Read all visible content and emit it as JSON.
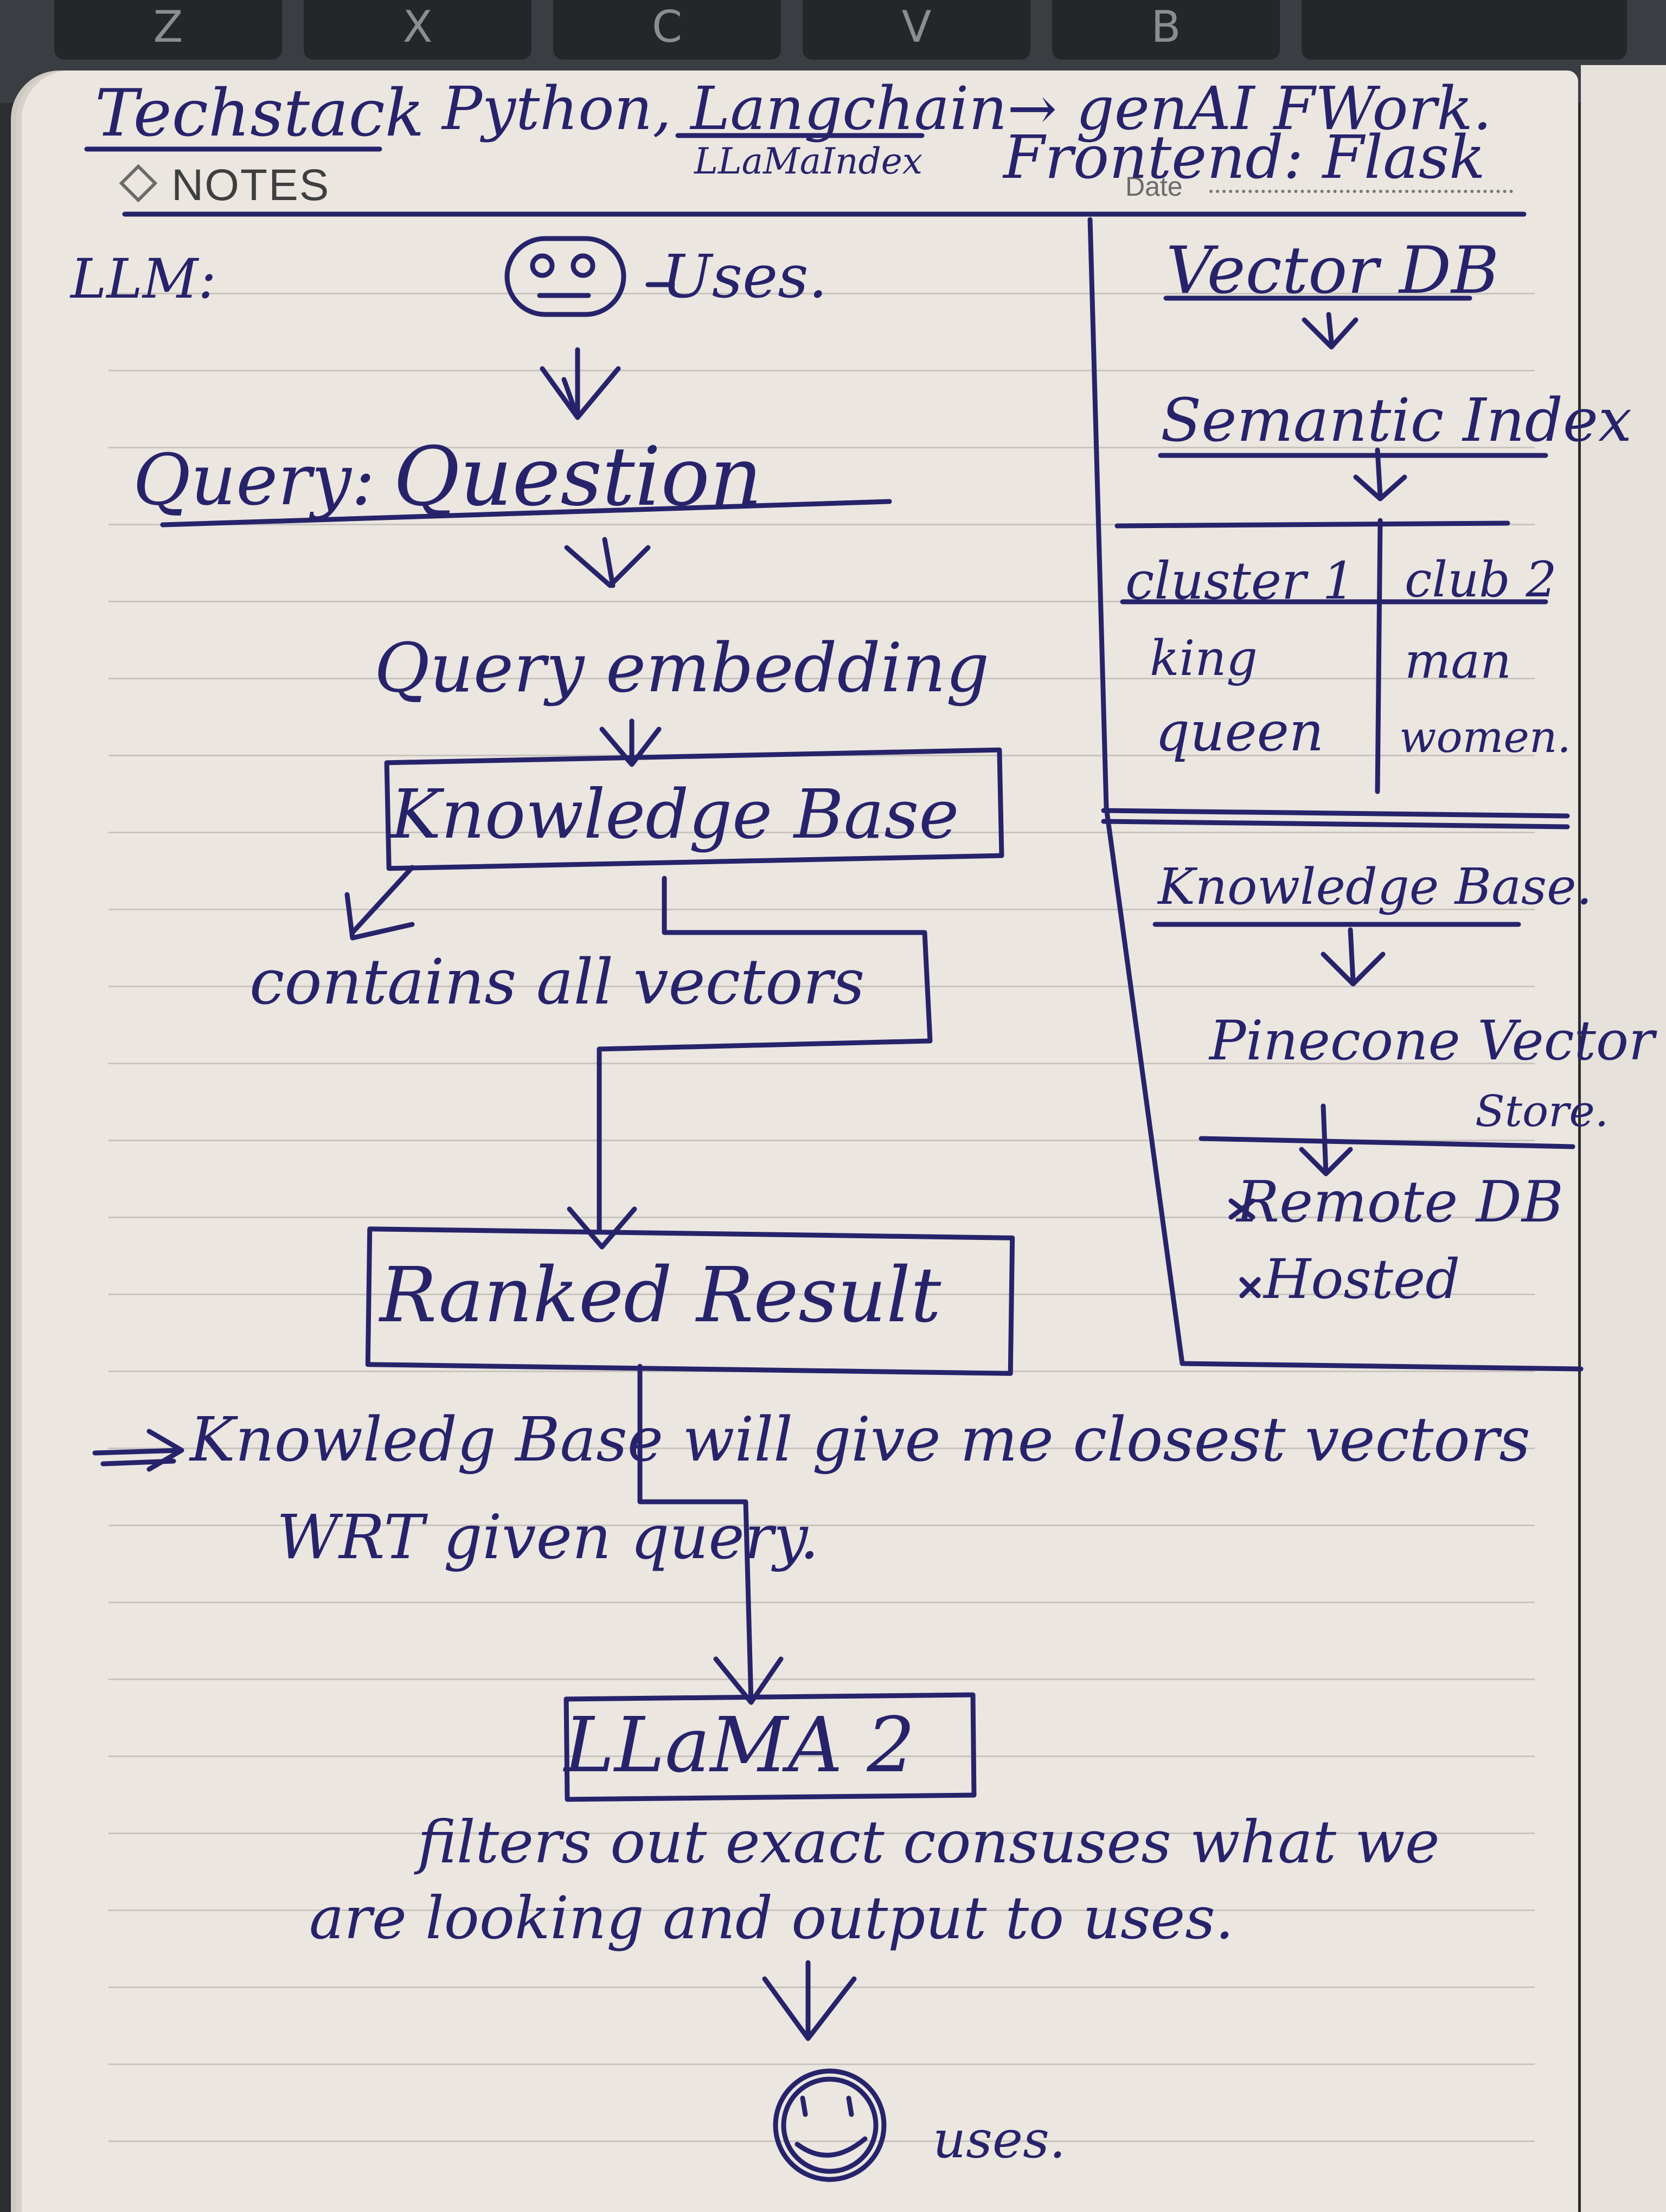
{
  "keyboard": {
    "keys": [
      "Z",
      "X",
      "C",
      "V",
      "B"
    ]
  },
  "notebook": {
    "header_label": "NOTES",
    "date_label": "Date"
  },
  "handwriting": {
    "techstack_label": "Techstack",
    "techstack_items": "Python, Langchain→ genAI FWork.",
    "llamaindex": "LLaMaIndex",
    "frontend": "Frontend: Flask",
    "llm_label": "LLM:",
    "user_top": "Uses.",
    "query_label": "Query:",
    "query_value": "Question",
    "embedding": "Query embedding",
    "knowledge_base": "Knowledge Base",
    "contains": "contains all vectors",
    "ranked": "Ranked Result",
    "note_line1": "Knowledg Base will give me closest vectors",
    "note_line2": "WRT given query.",
    "llama": "LLaMA 2",
    "filter_line1": "filters out exact consuses what we",
    "filter_line2": "are looking and output to uses.",
    "user_bottom": "uses.",
    "vector_db": "Vector DB",
    "semantic_index": "Semantic Index",
    "cluster1": "cluster 1",
    "cluster2": "club 2",
    "king": "king",
    "queen": "queen",
    "man": "man",
    "women": "women.",
    "kb_side": "Knowledge Base.",
    "pinecone": "Pinecone Vector",
    "store": "Store.",
    "remote": "Remote DB",
    "hosted": "Hosted"
  },
  "colors": {
    "ink": "#27236b",
    "paper": "#ebe6e0",
    "rule": "#c9c4bd"
  }
}
